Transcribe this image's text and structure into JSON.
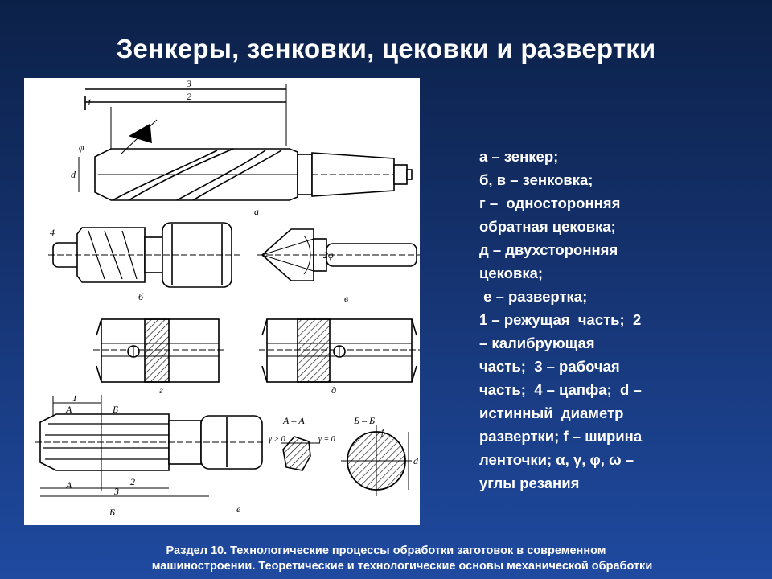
{
  "slide": {
    "title": "Зенкеры, зенковки, цековки и развертки"
  },
  "figure": {
    "labels": {
      "a": "а",
      "b": "б",
      "v": "в",
      "g": "г",
      "d": "д",
      "e": "е",
      "dim1": "1",
      "dim2": "2",
      "dim3": "3",
      "dim4": "4",
      "phi": "φ",
      "d_sym": "d",
      "f_sym": "f",
      "two_phi": "2φ",
      "section_aa": "А – А",
      "section_bb": "Б – Б",
      "gamma_pos": "γ > 0",
      "gamma_zero": "γ = 0",
      "cut_a": "А",
      "cut_b": "Б"
    }
  },
  "legend": {
    "lines": [
      "а – зенкер;",
      "б, в – зенковка;",
      "г –  односторонняя",
      "обратная цековка;",
      "д – двухсторонняя",
      "цековка;",
      " е – развертка;",
      "1 – режущая  часть;  2",
      "– калибрующая",
      "часть;  3 – рабочая",
      "часть;  4 – цапфа;  d –",
      "истинный  диаметр",
      "развертки; f – ширина",
      "ленточки; α, γ, φ, ω –",
      "углы резания"
    ]
  },
  "footer": {
    "line1": "Раздел 10. Технологические процессы обработки заготовок в современном",
    "line2": "машиностроении. Теоретические и технологические основы механической обработки"
  }
}
